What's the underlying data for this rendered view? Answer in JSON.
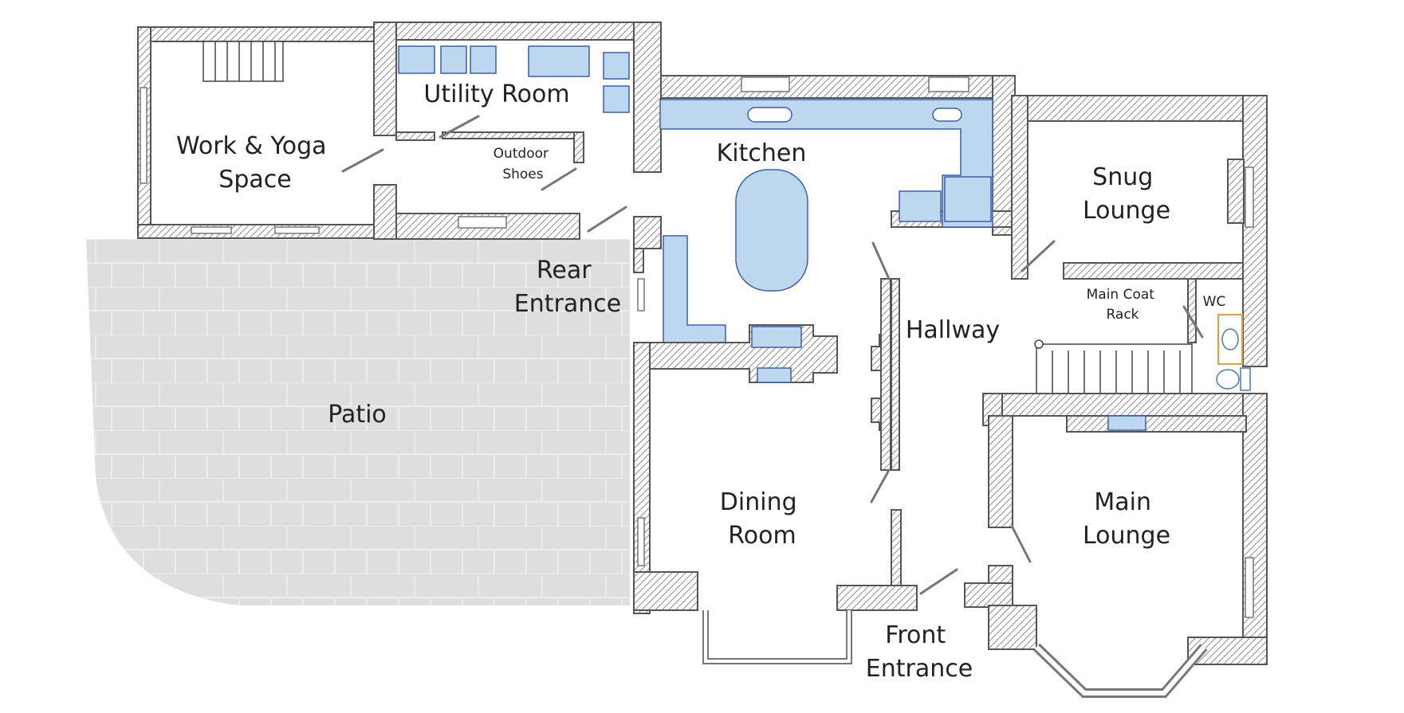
{
  "rooms": {
    "work_yoga": [
      "Work & Yoga",
      "Space"
    ],
    "utility": [
      "Utility Room"
    ],
    "outdoor_shoes": [
      "Outdoor",
      "Shoes"
    ],
    "kitchen": [
      "Kitchen"
    ],
    "snug_lounge": [
      "Snug",
      "Lounge"
    ],
    "rear_entrance": [
      "Rear",
      "Entrance"
    ],
    "main_coat_rack": [
      "Main Coat",
      "Rack"
    ],
    "wc": [
      "WC"
    ],
    "hallway": [
      "Hallway"
    ],
    "patio": [
      "Patio"
    ],
    "dining_room": [
      "Dining",
      "Room"
    ],
    "main_lounge": [
      "Main",
      "Lounge"
    ],
    "front_entrance": [
      "Front",
      "Entrance"
    ]
  },
  "colors": {
    "fixture_fill": "#bcd7ee",
    "fixture_stroke": "#3d5fa8",
    "patio_fill": "#dedede",
    "wall_stroke": "#555555"
  }
}
